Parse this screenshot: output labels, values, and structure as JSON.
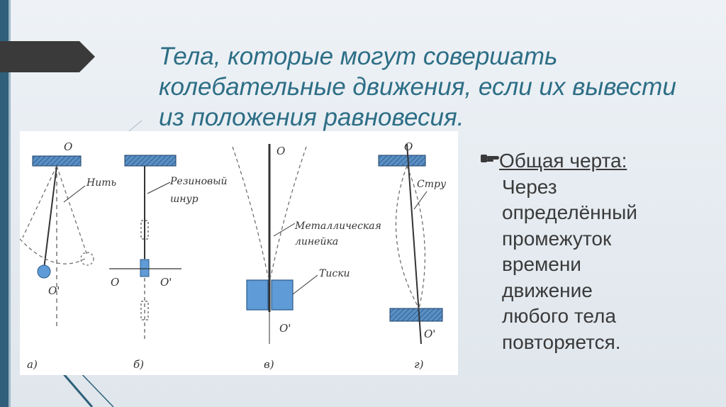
{
  "slide": {
    "title_lines": [
      "Тела, которые могут совершать",
      "колебательные движения, если их вывести",
      "из положения равновесия."
    ],
    "accent_color": "#2d6e86",
    "bullet": {
      "heading": "Общая черта:",
      "lines": [
        "Через",
        "определённый",
        "промежуток",
        "времени",
        "движение",
        "любого тела",
        "повторяется."
      ]
    }
  },
  "figure": {
    "a": {
      "top_point": "O",
      "bottom_point": "O'",
      "label": "Нить",
      "caption": "а)"
    },
    "b": {
      "label_line1": "Резиновый",
      "label_line2": "шнур",
      "left_point": "O",
      "right_point": "O'",
      "caption": "б)"
    },
    "v": {
      "top_point": "O",
      "label_line1": "Металлическая",
      "label_line2": "линейка",
      "vise_label": "Тиски",
      "bottom_point": "O'",
      "caption": "в)"
    },
    "g": {
      "top_point": "O",
      "label": "Стру",
      "bottom_point": "O'",
      "caption": "г)"
    }
  }
}
